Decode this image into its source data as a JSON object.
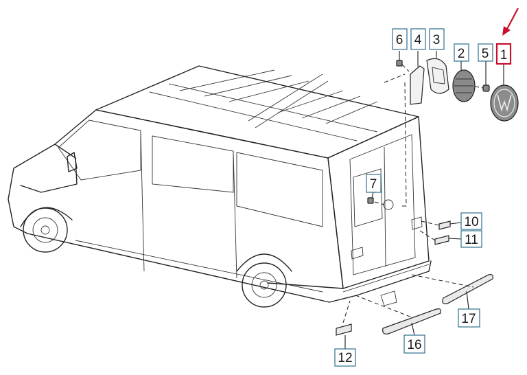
{
  "diagram": {
    "callouts": [
      {
        "id": "c1",
        "label": "1",
        "highlight": true
      },
      {
        "id": "c2",
        "label": "2"
      },
      {
        "id": "c3",
        "label": "3"
      },
      {
        "id": "c4",
        "label": "4"
      },
      {
        "id": "c5",
        "label": "5"
      },
      {
        "id": "c6",
        "label": "6"
      },
      {
        "id": "c7",
        "label": "7"
      },
      {
        "id": "c10",
        "label": "10"
      },
      {
        "id": "c11",
        "label": "11"
      },
      {
        "id": "c12",
        "label": "12"
      },
      {
        "id": "c16",
        "label": "16"
      },
      {
        "id": "c17",
        "label": "17"
      }
    ],
    "colors": {
      "callout_border": "#2b6f8c",
      "highlight_border": "#c8102e",
      "arrow": "#c8102e",
      "line": "#1a1a1a"
    },
    "icons": {
      "van": "van-rear-three-quarter-icon",
      "emblem": "vw-emblem-icon",
      "arrow": "red-arrow-icon"
    }
  }
}
